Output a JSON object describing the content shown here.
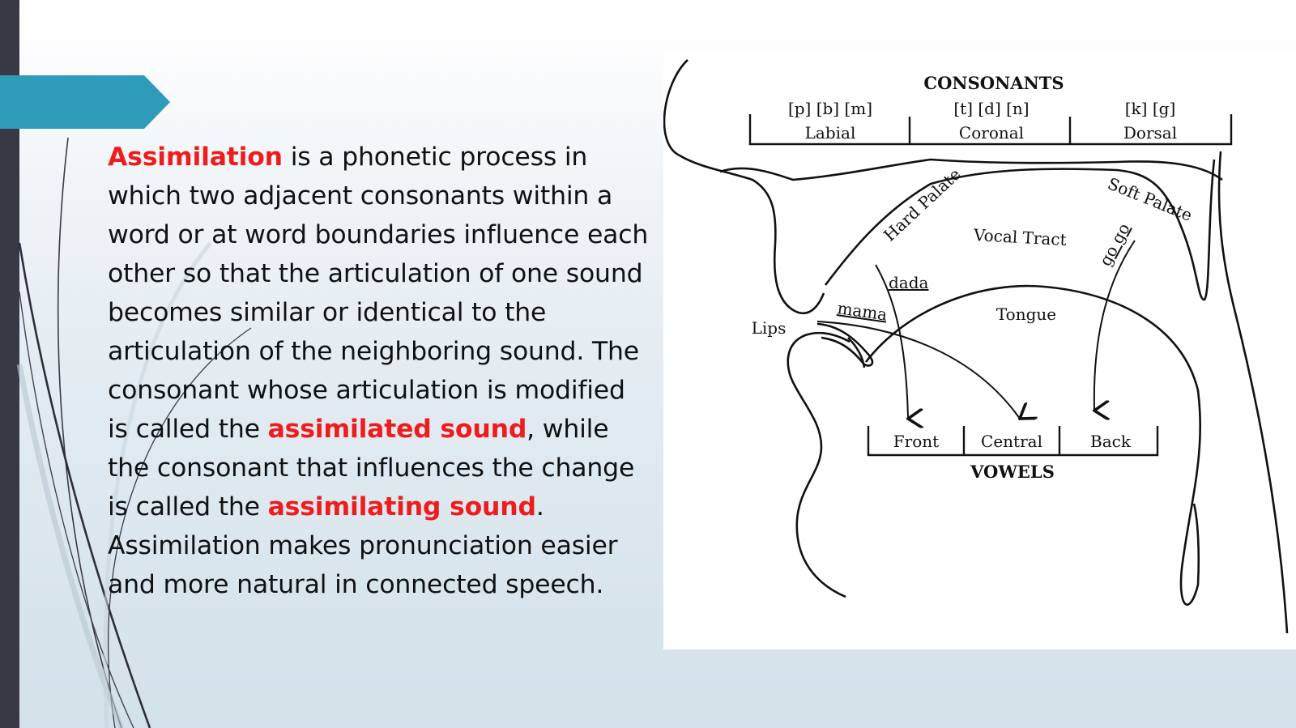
{
  "paragraph": {
    "term": "Assimilation",
    "part1": " is a phonetic process in which two adjacent consonants within a word or at word boundaries influence each other so that the articulation of one sound becomes similar or identical to the articulation of the neighboring sound. The consonant whose articulation is modified is called the ",
    "term2": "assimilated sound",
    "part2": ", while the consonant that influences the change is called the ",
    "term3": "assimilating sound",
    "part3": ". Assimilation makes pronunciation easier and more natural in connected speech."
  },
  "diagram": {
    "consonants_title": "CONSONANTS",
    "labial_sounds": "[p] [b] [m]",
    "labial": "Labial",
    "coronal_sounds": "[t] [d] [n]",
    "coronal": "Coronal",
    "dorsal_sounds": "[k] [g]",
    "dorsal": "Dorsal",
    "hard_palate": "Hard Palate",
    "soft_palate": "Soft Palate",
    "vocal_tract": "Vocal Tract",
    "tongue": "Tongue",
    "lips": "Lips",
    "dada": "dada",
    "mama": "mama",
    "gogo": "go go",
    "front": "Front",
    "central": "Central",
    "back": "Back",
    "vowels_title": "VOWELS"
  },
  "colors": {
    "highlight": "#ee1c1c",
    "accent_arrow": "#2e9bbb",
    "left_bar": "#393845"
  }
}
